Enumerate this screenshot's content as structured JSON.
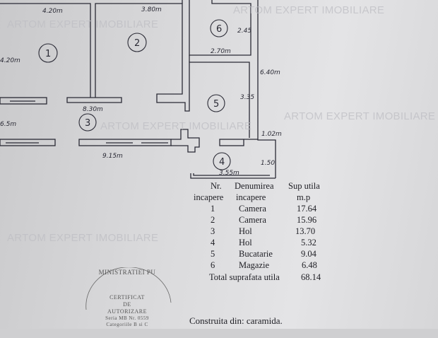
{
  "watermark": "ARTOM EXPERT IMOBILIARE",
  "plan": {
    "rooms": [
      "1",
      "2",
      "3",
      "4",
      "5",
      "6"
    ],
    "dimensions": [
      "4.20m",
      "4.20m",
      "3.80m",
      "2.45",
      "2.70m",
      "6.40m",
      "3.35",
      "8.30m",
      "6.5m",
      "9.15m",
      "1.02m",
      "1.50",
      "3.55m"
    ]
  },
  "table": {
    "headers": {
      "nr": "Nr.",
      "nr2": "incapere",
      "name": "Denumirea",
      "name2": "incapere",
      "area": "Sup utila",
      "area2": "m.p"
    },
    "rows": [
      {
        "nr": "1",
        "name": "Camera",
        "area": "17.64"
      },
      {
        "nr": "2",
        "name": "Camera",
        "area": "15.96"
      },
      {
        "nr": "3",
        "name": "Hol",
        "area": "13.70"
      },
      {
        "nr": "4",
        "name": "Hol",
        "area": "5.32"
      },
      {
        "nr": "5",
        "name": "Bucatarie",
        "area": "9.04"
      },
      {
        "nr": "6",
        "name": "Magazie",
        "area": "6.48"
      }
    ],
    "total_label": "Total suprafata utila",
    "total_value": "68.14"
  },
  "stamp": {
    "arc": "MINISTRATIEI PU",
    "l1": "CERTIFICAT",
    "l2": "DE",
    "l3": "AUTORIZARE",
    "l4": "Seria MB Nr. 0559",
    "l5": "Categoriile B si C"
  },
  "footer": "Construita din: caramida."
}
